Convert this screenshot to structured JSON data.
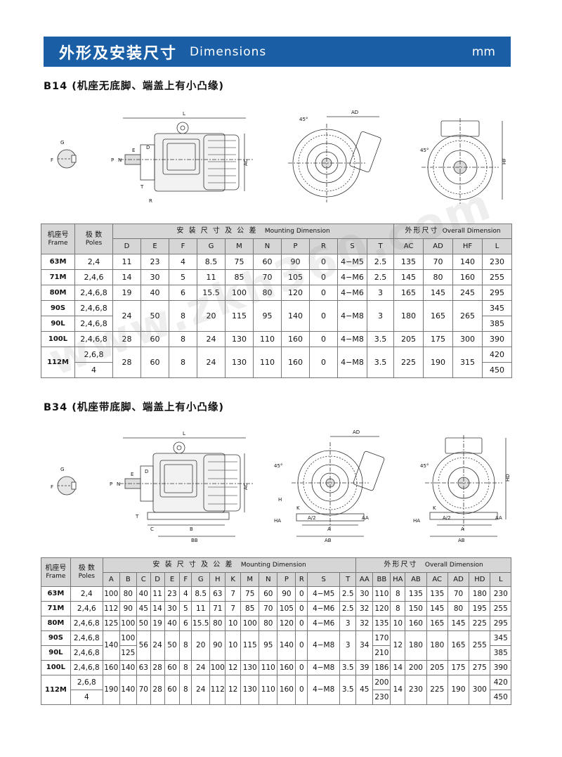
{
  "header": {
    "title_cn": "外形及安装尺寸",
    "title_en": "Dimensions",
    "unit": "mm"
  },
  "b14": {
    "title": "B14 (机座无底脚、端盖上有小凸缘)",
    "labels": {
      "L": "L",
      "AD": "AD",
      "AC": "AC",
      "HF": "HF",
      "P": "P",
      "N": "N",
      "E": "E",
      "D": "D",
      "T": "T",
      "R": "R",
      "G": "G",
      "F": "F",
      "a45": "45°"
    },
    "head": {
      "frame_cn": "机座号",
      "frame_en": "Frame",
      "poles_cn": "极 数",
      "poles_en": "Poles",
      "mount_cn": "安 装 尺 寸 及 公 差",
      "mount_en": "Mounting Dimension",
      "overall_cn": "外形尺寸",
      "overall_en": "Overall Dimension"
    },
    "cols": [
      "D",
      "E",
      "F",
      "G",
      "M",
      "N",
      "P",
      "R",
      "S",
      "T",
      "AC",
      "AD",
      "HF",
      "L"
    ],
    "rows": [
      {
        "frame": "63M",
        "poles": "2,4",
        "v": [
          "11",
          "23",
          "4",
          "8.5",
          "75",
          "60",
          "90",
          "0",
          "4−M5",
          "2.5",
          "135",
          "70",
          "140",
          "230"
        ]
      },
      {
        "frame": "71M",
        "poles": "2,4,6",
        "v": [
          "14",
          "30",
          "5",
          "11",
          "85",
          "70",
          "105",
          "0",
          "4−M6",
          "2.5",
          "145",
          "80",
          "160",
          "255"
        ]
      },
      {
        "frame": "80M",
        "poles": "2,4,6,8",
        "v": [
          "19",
          "40",
          "6",
          "15.5",
          "100",
          "80",
          "120",
          "0",
          "4−M6",
          "3",
          "165",
          "145",
          "245",
          "295"
        ]
      },
      {
        "frame": "90S",
        "poles": "2,4,6,8",
        "v": [
          "24",
          "50",
          "8",
          "20",
          "115",
          "95",
          "140",
          "0",
          "4−M8",
          "3",
          "180",
          "165",
          "265",
          "345"
        ]
      },
      {
        "frame": "90L",
        "poles": "2,4,6,8",
        "L": "385"
      },
      {
        "frame": "100L",
        "poles": "2,4,6,8",
        "v": [
          "28",
          "60",
          "8",
          "24",
          "130",
          "110",
          "160",
          "0",
          "4−M8",
          "3.5",
          "205",
          "175",
          "300",
          "390"
        ]
      },
      {
        "frame": "112M",
        "poles": "2,6,8",
        "v": [
          "28",
          "60",
          "8",
          "24",
          "130",
          "110",
          "160",
          "0",
          "4−M8",
          "3.5",
          "225",
          "190",
          "315",
          "420"
        ]
      },
      {
        "frame": "",
        "poles": "4",
        "L": "450"
      }
    ]
  },
  "b34": {
    "title": "B34 (机座带底脚、端盖上有小凸缘)",
    "labels": {
      "L": "L",
      "AD": "AD",
      "AC": "AC",
      "HD": "HD",
      "P": "P",
      "N": "N",
      "E": "E",
      "D": "D",
      "T": "T",
      "C": "C",
      "B": "B",
      "BB": "BB",
      "H": "H",
      "HA": "HA",
      "K": "K",
      "A2": "A/2",
      "A": "A",
      "AA": "AA",
      "AB": "AB",
      "G": "G",
      "F": "F",
      "a45": "45°"
    },
    "head": {
      "frame_cn": "机座号",
      "frame_en": "Frame",
      "poles_cn": "极 数",
      "poles_en": "Poles",
      "mount_cn": "安 装 尺 寸 及 公 差",
      "mount_en": "Mounting Dimension",
      "overall_cn": "外形尺寸",
      "overall_en": "Overall Dimension"
    },
    "cols": [
      "A",
      "B",
      "C",
      "D",
      "E",
      "F",
      "G",
      "H",
      "K",
      "M",
      "N",
      "P",
      "R",
      "S",
      "T",
      "AA",
      "BB",
      "HA",
      "AB",
      "AC",
      "AD",
      "HD",
      "L"
    ],
    "rows": [
      {
        "frame": "63M",
        "poles": "2,4",
        "v": [
          "100",
          "80",
          "40",
          "11",
          "23",
          "4",
          "8.5",
          "63",
          "7",
          "75",
          "60",
          "90",
          "0",
          "4−M5",
          "2.5",
          "30",
          "110",
          "8",
          "135",
          "135",
          "70",
          "180",
          "230"
        ]
      },
      {
        "frame": "71M",
        "poles": "2,4,6",
        "v": [
          "112",
          "90",
          "45",
          "14",
          "30",
          "5",
          "11",
          "71",
          "7",
          "85",
          "70",
          "105",
          "0",
          "4−M6",
          "2.5",
          "32",
          "120",
          "8",
          "150",
          "145",
          "80",
          "195",
          "255"
        ]
      },
      {
        "frame": "80M",
        "poles": "2,4,6,8",
        "v": [
          "125",
          "100",
          "50",
          "19",
          "40",
          "6",
          "15.5",
          "80",
          "10",
          "100",
          "80",
          "120",
          "0",
          "4−M6",
          "3",
          "32",
          "135",
          "10",
          "160",
          "165",
          "145",
          "225",
          "295"
        ]
      },
      {
        "frame": "90S",
        "poles": "2,4,6,8",
        "A": "140",
        "B": "100",
        "BB": "170",
        "rest": [
          "56",
          "24",
          "50",
          "8",
          "20",
          "90",
          "10",
          "115",
          "95",
          "140",
          "0",
          "4−M8",
          "3",
          "34"
        ],
        "tail": [
          "12",
          "180",
          "180",
          "165",
          "255"
        ],
        "L": "345"
      },
      {
        "frame": "90L",
        "poles": "2,4,6,8",
        "B": "125",
        "BB": "210",
        "L": "385"
      },
      {
        "frame": "100L",
        "poles": "2,4,6,8",
        "v": [
          "160",
          "140",
          "63",
          "28",
          "60",
          "8",
          "24",
          "100",
          "12",
          "130",
          "110",
          "160",
          "0",
          "4−M8",
          "3.5",
          "39",
          "186",
          "14",
          "200",
          "205",
          "175",
          "275",
          "390"
        ]
      },
      {
        "frame": "112M",
        "poles": "2,6,8",
        "A": "190",
        "B": "140",
        "BB": "200",
        "rest": [
          "70",
          "28",
          "60",
          "8",
          "24",
          "112",
          "12",
          "130",
          "110",
          "160",
          "0",
          "4−M8",
          "3.5",
          "45"
        ],
        "tail": [
          "14",
          "230",
          "225",
          "190",
          "300"
        ],
        "L": "420"
      },
      {
        "frame": "",
        "poles": "4",
        "BB": "230",
        "L": "450"
      }
    ]
  },
  "watermark": "www.zkh360.com"
}
